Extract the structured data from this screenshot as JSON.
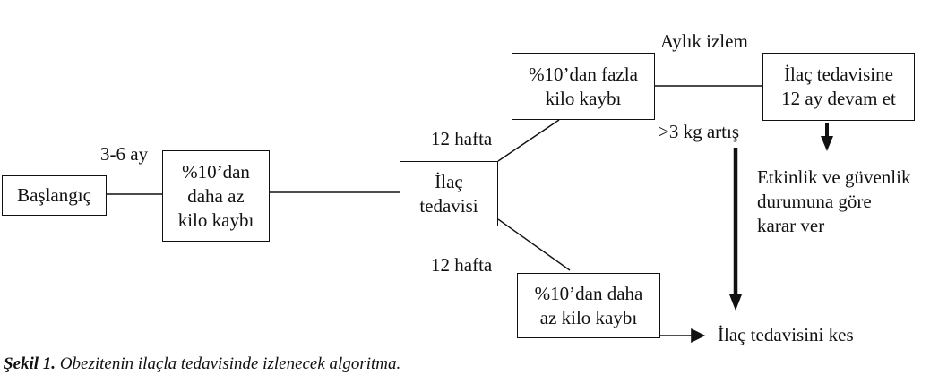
{
  "nodes": {
    "start": "Başlangıç",
    "low_loss_initial": "%10’dan\ndaha az\nkilo kaybı",
    "drug_therapy": "İlaç\ntedavisi",
    "high_loss": "%10’dan fazla\nkilo kaybı",
    "continue": "İlaç tedavisine\n12 ay devam et",
    "low_loss_12w": "%10’dan daha\naz kilo kaybı"
  },
  "labels": {
    "period": "3-6 ay",
    "weeks_upper": "12 hafta",
    "weeks_lower": "12 hafta",
    "monthly": "Aylık izlem",
    "gain": ">3 kg artış",
    "decide": "Etkinlik ve güvenlik\ndurumuna göre\nkarar ver",
    "stop": "İlaç tedavisini kes"
  },
  "caption": {
    "label": "Şekil 1.",
    "text": " Obezitenin ilaçla tedavisinde izlenecek algoritma."
  }
}
